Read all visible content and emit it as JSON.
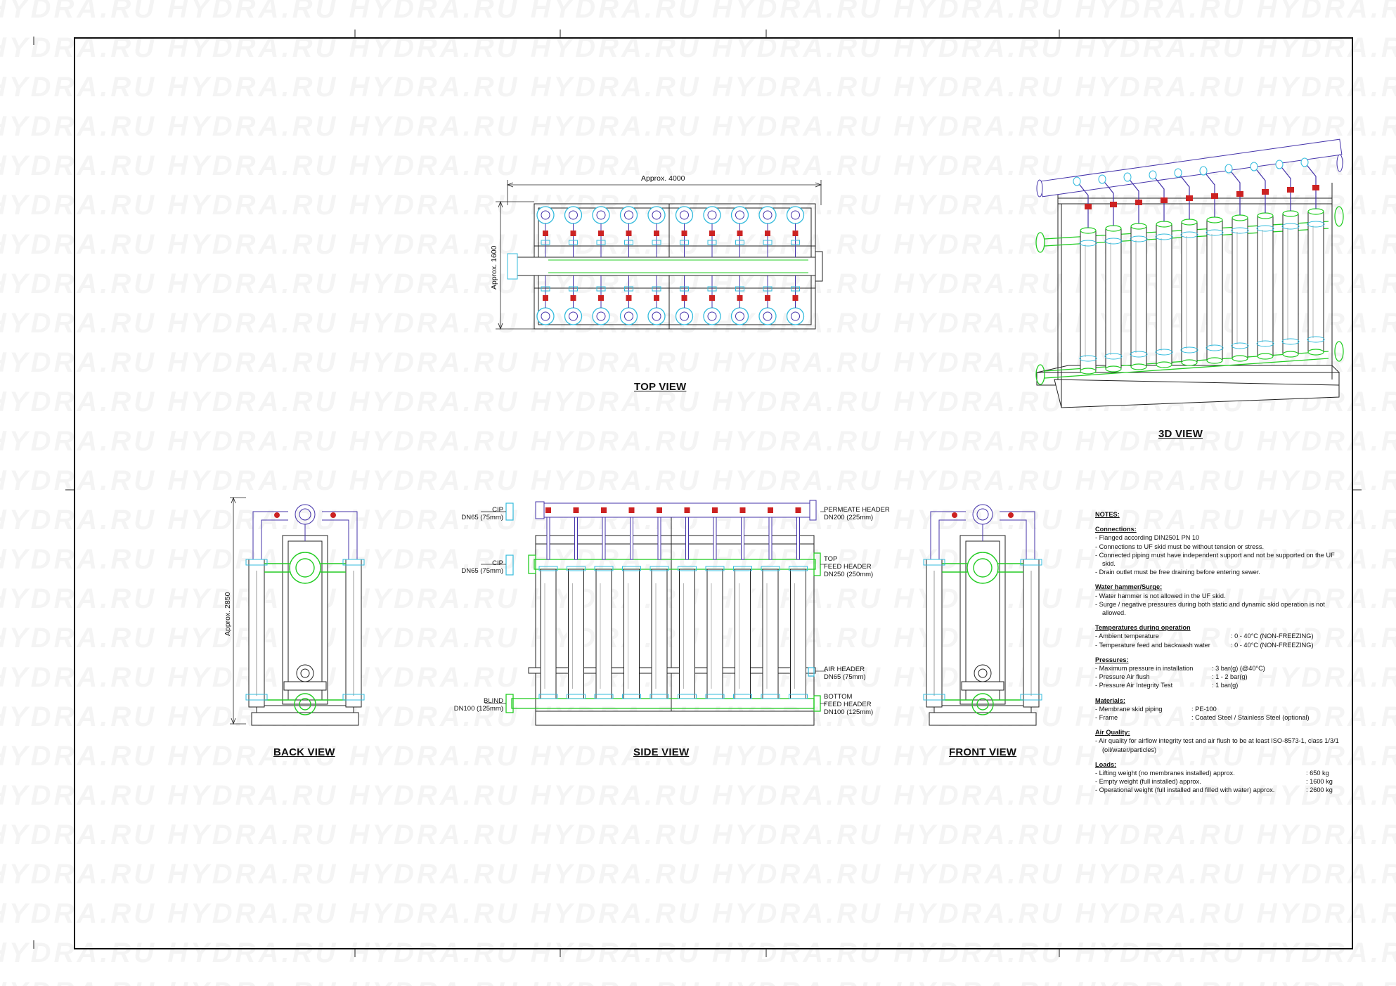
{
  "watermark": "HYDRA.RU",
  "views": {
    "top": "TOP VIEW",
    "three_d": "3D VIEW",
    "back": "BACK VIEW",
    "side": "SIDE VIEW",
    "front": "FRONT VIEW"
  },
  "dimensions": {
    "width": "Approx. 4000",
    "depth": "Approx. 1600",
    "height": "Approx. 2850"
  },
  "side_labels": {
    "cip_top": [
      "CIP",
      "DN65 (75mm)"
    ],
    "cip_mid": [
      "CIP",
      "DN65 (75mm)"
    ],
    "blind": [
      "BLIND",
      "DN100 (125mm)"
    ],
    "permeate": [
      "PERMEATE HEADER",
      "DN200 (225mm)"
    ],
    "top_feed": [
      "TOP",
      "FEED HEADER",
      "DN250 (250mm)"
    ],
    "air": [
      "AIR HEADER",
      "DN65 (75mm)"
    ],
    "bottom_feed": [
      "BOTTOM",
      "FEED HEADER",
      "DN100 (125mm)"
    ]
  },
  "notes": {
    "title": "NOTES:",
    "connections": {
      "heading": "Connections:",
      "items": [
        "Flanged according DIN2501 PN 10",
        "Connections to UF skid must be without tension or stress.",
        "Connected piping must have independent support and not be supported on the UF skid.",
        "Drain outlet must be free draining before entering sewer."
      ]
    },
    "water_hammer": {
      "heading": "Water hammer/Surge:",
      "items": [
        "Water hammer is not allowed in the UF skid.",
        "Surge / negative pressures during both static and dynamic skid operation is not allowed."
      ]
    },
    "temperatures": {
      "heading": "Temperatures during operation",
      "rows": [
        {
          "k": "Ambient temperature",
          "v": ": 0 - 40°C (NON-FREEZING)"
        },
        {
          "k": "Temperature feed and backwash water",
          "v": ": 0 - 40°C (NON-FREEZING)"
        }
      ]
    },
    "pressures": {
      "heading": "Pressures:",
      "rows": [
        {
          "k": "Maximum pressure in installation",
          "v": ": 3 bar(g) (@40°C)"
        },
        {
          "k": "Pressure Air flush",
          "v": ": 1 - 2 bar(g)"
        },
        {
          "k": "Pressure Air Integrity Test",
          "v": ": 1 bar(g)"
        }
      ]
    },
    "materials": {
      "heading": "Materials:",
      "rows": [
        {
          "k": "Membrane skid piping",
          "v": ": PE-100"
        },
        {
          "k": "Frame",
          "v": ": Coated Steel / Stainless Steel (optional)"
        }
      ]
    },
    "air_quality": {
      "heading": "Air Quality:",
      "items": [
        "Air quality for airflow integrity test and air flush to be at least ISO-8573-1, class 1/3/1 (oil/water/particles)"
      ]
    },
    "loads": {
      "heading": "Loads:",
      "rows": [
        {
          "k": "Lifting weight (no membranes installed) approx.",
          "v": ": 650 kg"
        },
        {
          "k": "Empty weight (full installed) approx.",
          "v": ": 1600 kg"
        },
        {
          "k": "Operational weight (full installed and filled with water) approx.",
          "v": ": 2600 kg"
        }
      ]
    }
  },
  "colors": {
    "line": "#222222",
    "feed_green": "#22cc22",
    "cyan_fitting": "#33bbdd",
    "purple_pipe": "#4433aa",
    "valve_red": "#cc2222"
  }
}
